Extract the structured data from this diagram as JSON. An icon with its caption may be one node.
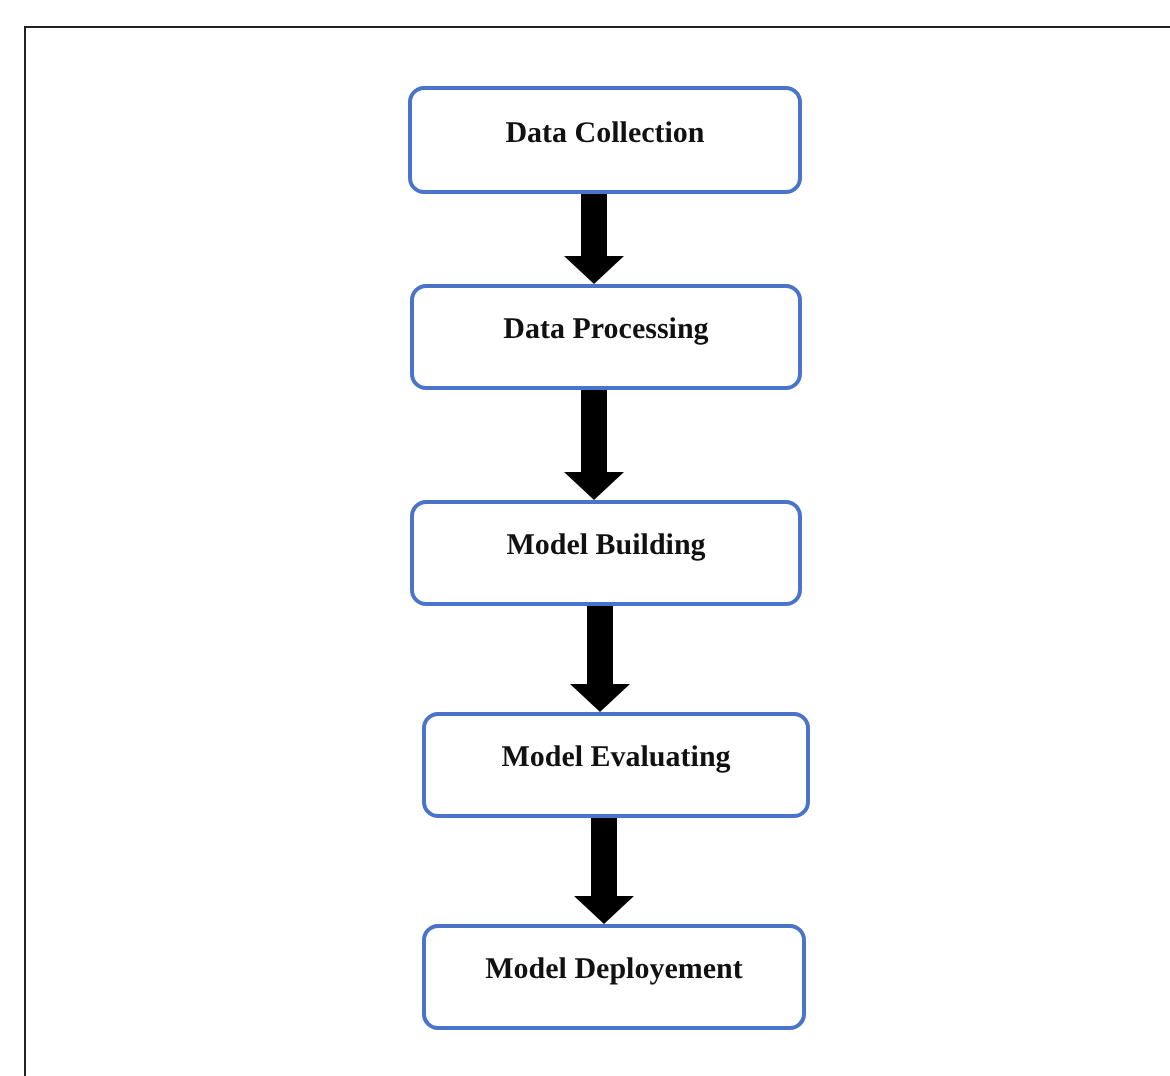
{
  "diagram": {
    "nodes": [
      {
        "text": [
          "Data Collection"
        ]
      },
      {
        "text": [
          "Data Processing"
        ]
      },
      {
        "text": [
          "Model Building"
        ]
      },
      {
        "text": [
          "Model Evaluating"
        ]
      },
      {
        "text": [
          "Model Deployement"
        ]
      }
    ],
    "edges": [
      {
        "from": 0,
        "to": 1,
        "arrow": "to"
      },
      {
        "from": 1,
        "to": 2,
        "arrow": "to"
      },
      {
        "from": 2,
        "to": 3,
        "arrow": "to"
      },
      {
        "from": 3,
        "to": 4,
        "arrow": "to"
      }
    ]
  }
}
